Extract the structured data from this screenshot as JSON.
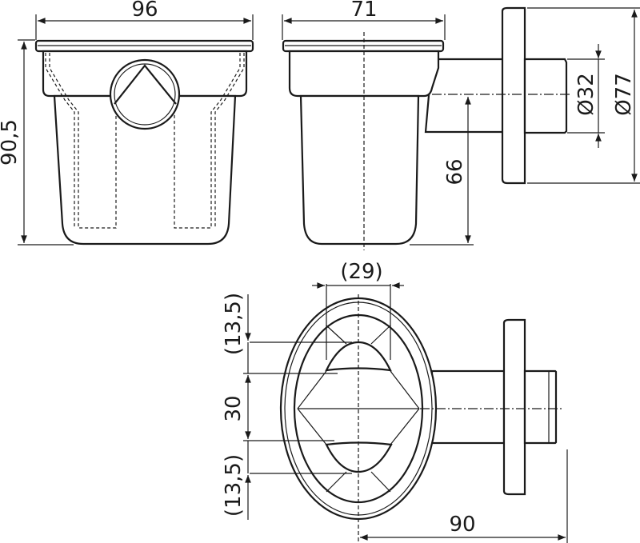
{
  "drawing": {
    "type": "technical drawing",
    "subject": "floor drain / shower siphon with side outlet",
    "views": [
      "front view",
      "side view",
      "outlet end view",
      "top view"
    ],
    "dimensions": {
      "front_width": "96",
      "front_height": "90,5",
      "side_width": "71",
      "outlet_center_height": "66",
      "outlet_diameter": "Ø32",
      "flange_diameter": "Ø77",
      "top_inner_width": "(29)",
      "top_offset_upper": "(13,5)",
      "top_center_spacing": "30",
      "top_offset_lower": "(13,5)",
      "outlet_length": "90"
    },
    "line_color": "#1a1a1a",
    "background": "#ffffff"
  }
}
